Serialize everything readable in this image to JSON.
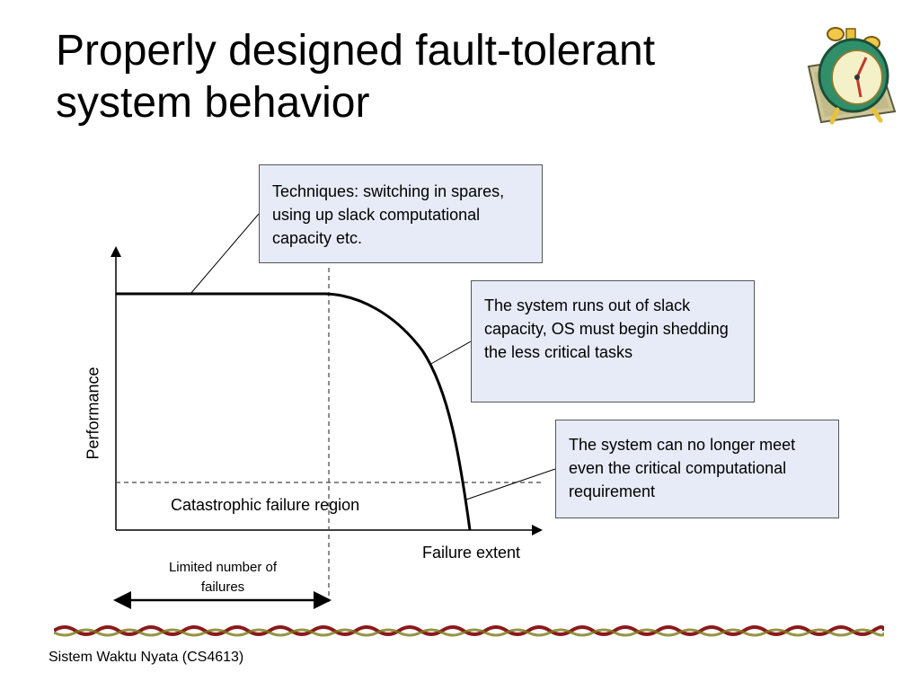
{
  "slide": {
    "title_line1": "Properly designed fault-tolerant",
    "title_line2": "system behavior",
    "footer": "Sistem Waktu Nyata (CS4613)"
  },
  "diagram": {
    "y_axis_label": "Performance",
    "x_axis_label": "Failure extent",
    "region_label": "Catastrophic failure region",
    "limited_label": "Limited number of failures",
    "callouts": [
      {
        "text": "Techniques: switching in spares, using up slack computational capacity etc."
      },
      {
        "text": "The system runs out of slack capacity, OS must begin shedding the less critical tasks"
      },
      {
        "text": "The system can no longer meet even the critical computational requirement"
      }
    ]
  },
  "colors": {
    "callout_fill": "#e6ebf7",
    "callout_border": "#555555",
    "clock_green": "#2f8f6a",
    "clock_gold": "#e8c23a",
    "rope_red": "#8b1a1a",
    "rope_olive": "#7a7a1a"
  },
  "icons": {
    "clipart": "alarm-clock-icon"
  }
}
